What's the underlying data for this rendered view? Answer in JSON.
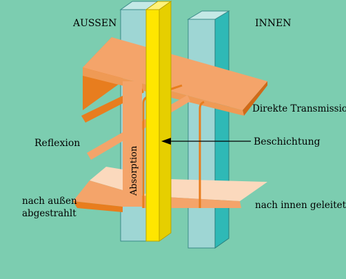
{
  "diagram": {
    "labels": {
      "outside": "AUSSEN",
      "inside": "INNEN",
      "direct_transmission": "Direkte Transmission",
      "reflection": "Reflexion",
      "coating": "Beschichtung",
      "absorption": "Absorption",
      "radiated_outward_line1": "nach außen",
      "radiated_outward_line2": "abgestrahlt",
      "conducted_inward": "nach innen geleitet"
    },
    "colors": {
      "background": "#7ccdb0",
      "glass_front": "#9ed6d4",
      "glass_side": "#2fb9b6",
      "coating": "#ffe600",
      "ray_orange": "#f4a46a",
      "ray_dark": "#e87d1e",
      "ray_light": "#fbd9bd"
    }
  }
}
